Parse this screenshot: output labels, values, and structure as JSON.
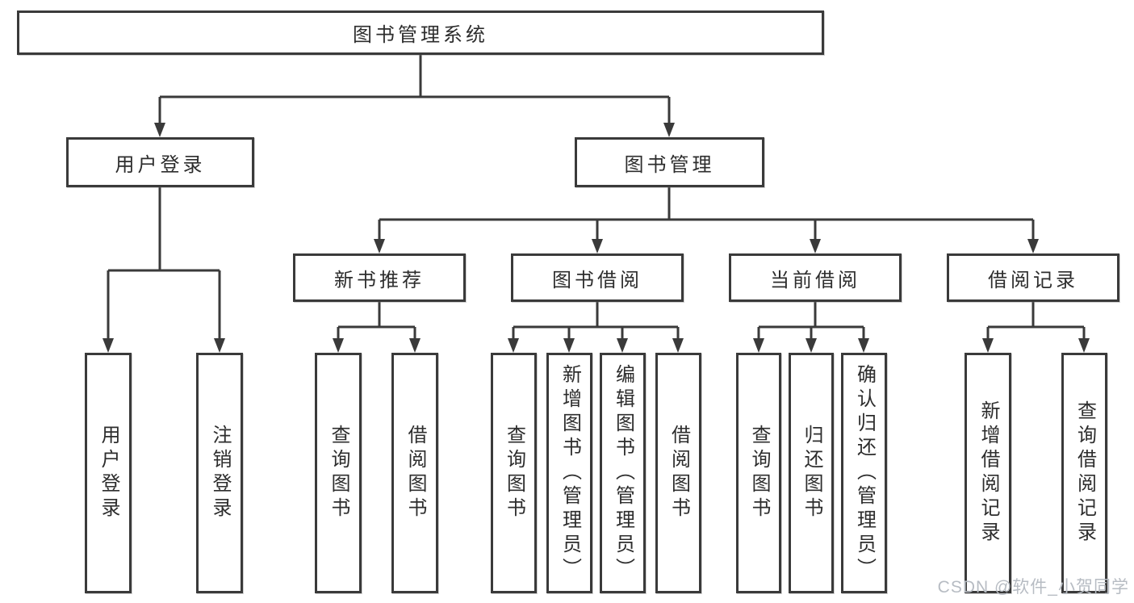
{
  "colors": {
    "line": "#3a3a3a",
    "text": "#2d2d2d",
    "watermark": "#b7bcc3",
    "background": "#ffffff"
  },
  "tree": {
    "root": "图书管理系统",
    "children": [
      {
        "label": "用户登录",
        "children": [
          {
            "label": "用户登录"
          },
          {
            "label": "注销登录"
          }
        ]
      },
      {
        "label": "图书管理",
        "children": [
          {
            "label": "新书推荐",
            "children": [
              {
                "label": "查询图书"
              },
              {
                "label": "借阅图书"
              }
            ]
          },
          {
            "label": "图书借阅",
            "children": [
              {
                "label": "查询图书"
              },
              {
                "label": "新增图书（管理员）"
              },
              {
                "label": "编辑图书（管理员）"
              },
              {
                "label": "借阅图书"
              }
            ]
          },
          {
            "label": "当前借阅",
            "children": [
              {
                "label": "查询图书"
              },
              {
                "label": "归还图书"
              },
              {
                "label": "确认归还（管理员）"
              }
            ]
          },
          {
            "label": "借阅记录",
            "children": [
              {
                "label": "新增借阅记录"
              },
              {
                "label": "查询借阅记录"
              }
            ]
          }
        ]
      }
    ]
  },
  "watermark": {
    "text": "CSDN @软件_小贺同学"
  }
}
